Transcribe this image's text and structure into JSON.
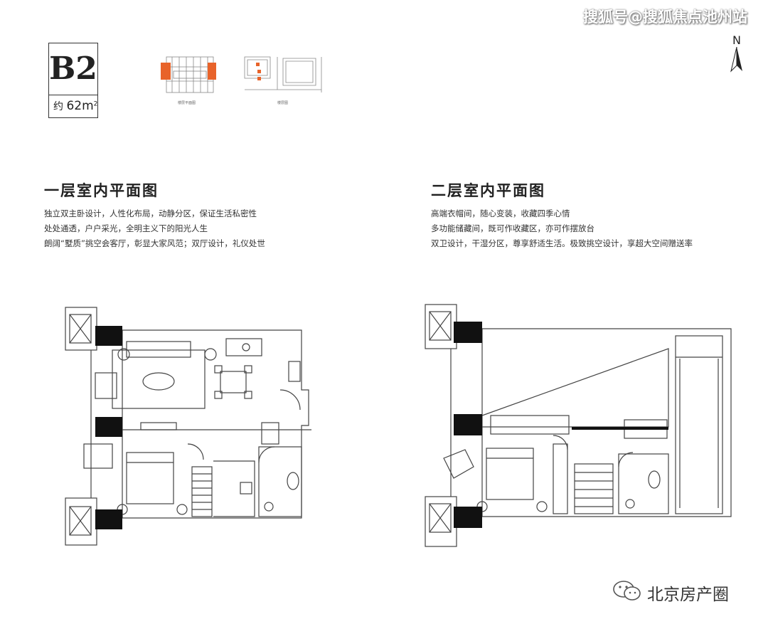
{
  "watermark_top": "搜狐号@搜狐焦点池州站",
  "unit": {
    "code": "B2",
    "area_prefix": "约",
    "area_value": "62m",
    "area_sup": "2"
  },
  "thumbnails": {
    "floor_plan_caption": "楼层平面图",
    "site_plan_caption": "楼层图"
  },
  "compass": {
    "north_label": "N"
  },
  "floor1": {
    "title": "一层室内平面图",
    "lines": [
      "独立双主卧设计，人性化布局，动静分区，保证生活私密性",
      "处处通透，户户采光，全明主义下的阳光人生",
      "朗阔“墅质”挑空会客厅，彰显大家风范；双厅设计，礼仪处世"
    ]
  },
  "floor2": {
    "title": "二层室内平面图",
    "lines": [
      "高端衣帽间，随心变装，收藏四季心情",
      "多功能储藏间，既可作收藏区，亦可作摆放台",
      "双卫设计，干湿分区，尊享舒适生活。极致挑空设计，享超大空间赠送率"
    ]
  },
  "bottom_watermark": "北京房产圈",
  "colors": {
    "wall": "#111111",
    "accent_orange": "#e8632a",
    "line": "#555555"
  }
}
